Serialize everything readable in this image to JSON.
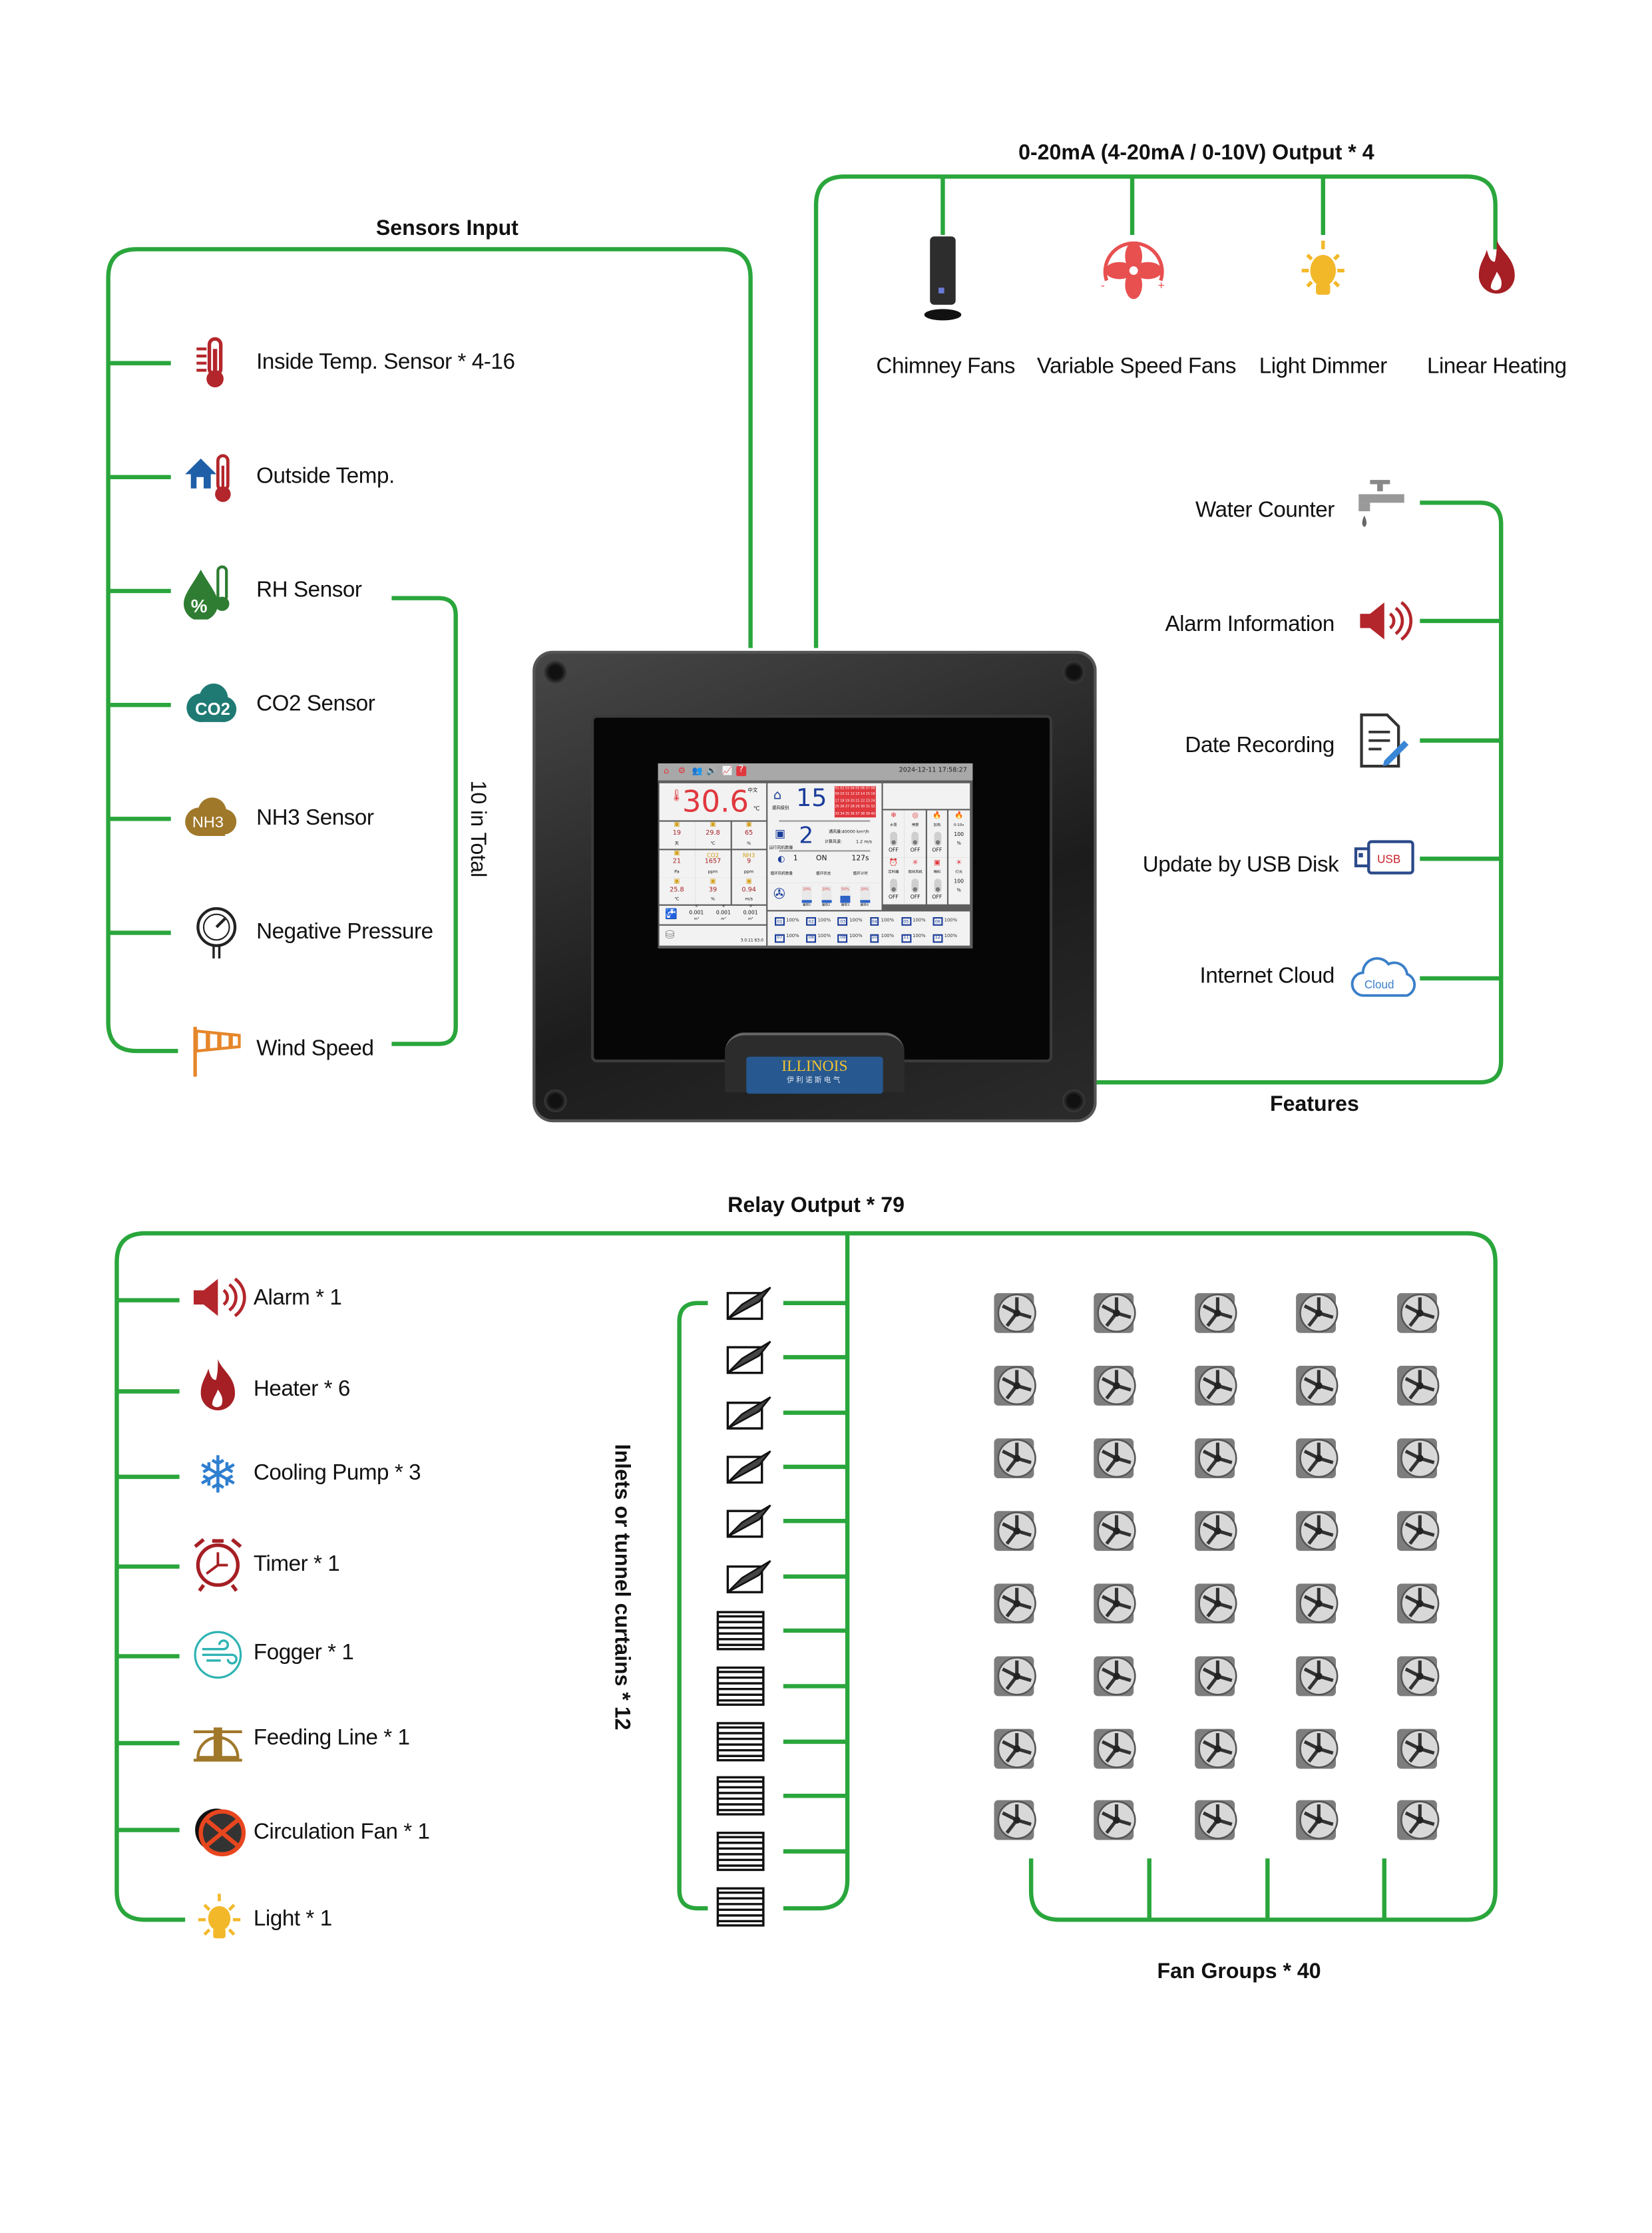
{
  "sensors_input": {
    "title": "Sensors Input",
    "items": [
      {
        "label": "Inside Temp. Sensor * 4-16",
        "icon": "thermometer-icon"
      },
      {
        "label": "Outside Temp.",
        "icon": "house-thermometer-icon"
      },
      {
        "label": "RH Sensor",
        "icon": "humidity-drop-icon"
      },
      {
        "label": "CO2 Sensor",
        "icon": "co2-cloud-icon",
        "badge": "CO2"
      },
      {
        "label": "NH3 Sensor",
        "icon": "nh3-cloud-icon",
        "badge": "NH3"
      },
      {
        "label": "Negative Pressure",
        "icon": "pressure-gauge-icon"
      },
      {
        "label": "Wind Speed",
        "icon": "windsock-icon"
      }
    ],
    "group_label": "10 in Total"
  },
  "analog_output": {
    "title": "0-20mA (4-20mA / 0-10V) Output * 4",
    "items": [
      {
        "label": "Chimney Fans",
        "icon": "chimney-fan-icon"
      },
      {
        "label": "Variable Speed Fans",
        "icon": "variable-fan-icon"
      },
      {
        "label": "Light Dimmer",
        "icon": "light-bulb-icon"
      },
      {
        "label": "Linear Heating",
        "icon": "flame-icon"
      }
    ]
  },
  "features": {
    "title": "Features",
    "items": [
      {
        "label": "Water Counter",
        "icon": "faucet-icon"
      },
      {
        "label": "Alarm Information",
        "icon": "speaker-icon"
      },
      {
        "label": "Date Recording",
        "icon": "document-pen-icon"
      },
      {
        "label": "Update by USB Disk",
        "icon": "usb-icon",
        "badge": "USB"
      },
      {
        "label": "Internet Cloud",
        "icon": "cloud-icon",
        "badge": "Cloud"
      }
    ]
  },
  "controller": {
    "brand": "ILLINOIS",
    "brand_sub": "伊利诺斯电气",
    "screen": {
      "datetime": "2024-12-11 17:58:27",
      "lang": "中文",
      "temperature": "30.6",
      "temp_unit": "℃",
      "vent_level": "15",
      "vent_level_label": "通风级别",
      "level_count": 40,
      "running_fans": "2",
      "running_fans_label": "运行风机数量",
      "airflow_label": "通风量:",
      "airflow_value": "40000 km³/h",
      "windspeed_label": "计算风速:",
      "windspeed_value": "1.2 m/s",
      "circ_count": "1",
      "circ_count_label": "循环风机数量",
      "circ_status": "ON",
      "circ_status_label": "循环状态",
      "circ_timer": "127s",
      "circ_timer_label": "循环计时",
      "readings": [
        {
          "value": "19",
          "unit": "天"
        },
        {
          "value": "29.8",
          "unit": "℃"
        },
        {
          "value": "65",
          "unit": "%"
        },
        {
          "value": "21",
          "unit": "Pa",
          "head": ""
        },
        {
          "value": "1657",
          "unit": "ppm",
          "head": "CO2"
        },
        {
          "value": "9",
          "unit": "ppm",
          "head": "NH3"
        },
        {
          "value": "25.8",
          "unit": "℃"
        },
        {
          "value": "39",
          "unit": "%"
        },
        {
          "value": "0.94",
          "unit": "m/s"
        }
      ],
      "water_meters": [
        {
          "index": "①",
          "value": "0.001",
          "unit": "m³"
        },
        {
          "index": "②",
          "value": "0.001",
          "unit": "m³"
        },
        {
          "index": "③",
          "value": "0.001",
          "unit": "m³"
        }
      ],
      "version": "3.0.11 63.0",
      "curtains": [
        {
          "pct": 20,
          "label": "幕帘1"
        },
        {
          "pct": 20,
          "label": "幕帘2"
        },
        {
          "pct": 50,
          "label": "幕帘3"
        },
        {
          "pct": 20,
          "label": "幕帘4"
        }
      ],
      "switches": [
        {
          "label": "水泵",
          "state": "OFF"
        },
        {
          "label": "喷雾",
          "state": "OFF"
        },
        {
          "label": "加热",
          "state": "OFF"
        },
        {
          "label": "0-10v",
          "state": "100",
          "unit": "%"
        },
        {
          "label": "定时器",
          "state": "OFF"
        },
        {
          "label": "搅拌风机",
          "state": "OFF"
        },
        {
          "label": "喂料",
          "state": "OFF"
        },
        {
          "label": "灯光",
          "state": "100",
          "unit": "%"
        }
      ],
      "fan_groups": {
        "count": 12,
        "value": "100%"
      }
    }
  },
  "relay_output": {
    "title": "Relay Output * 79",
    "items": [
      {
        "label": "Alarm * 1",
        "icon": "speaker-icon"
      },
      {
        "label": "Heater * 6",
        "icon": "flame-icon"
      },
      {
        "label": "Cooling Pump * 3",
        "icon": "snowflake-icon"
      },
      {
        "label": "Timer * 1",
        "icon": "alarm-clock-icon"
      },
      {
        "label": "Fogger * 1",
        "icon": "fogger-icon"
      },
      {
        "label": "Feeding Line * 1",
        "icon": "feeding-line-icon"
      },
      {
        "label": "Circulation Fan * 1",
        "icon": "circulation-fan-icon"
      },
      {
        "label": "Light * 1",
        "icon": "light-bulb-icon"
      }
    ],
    "inlets_label": "Inlets or tunnel curtains * 12",
    "inlets": {
      "flap_count": 6,
      "louver_count": 6
    },
    "fan_groups_label": "Fan Groups * 40",
    "fan_grid": {
      "rows": 8,
      "cols": 5
    }
  },
  "colors": {
    "line": "#2aa63c",
    "accent_red": "#b3262b",
    "screen_red": "#e0383e",
    "screen_blue": "#1a3d9a",
    "logo_blue": "#27588f"
  }
}
